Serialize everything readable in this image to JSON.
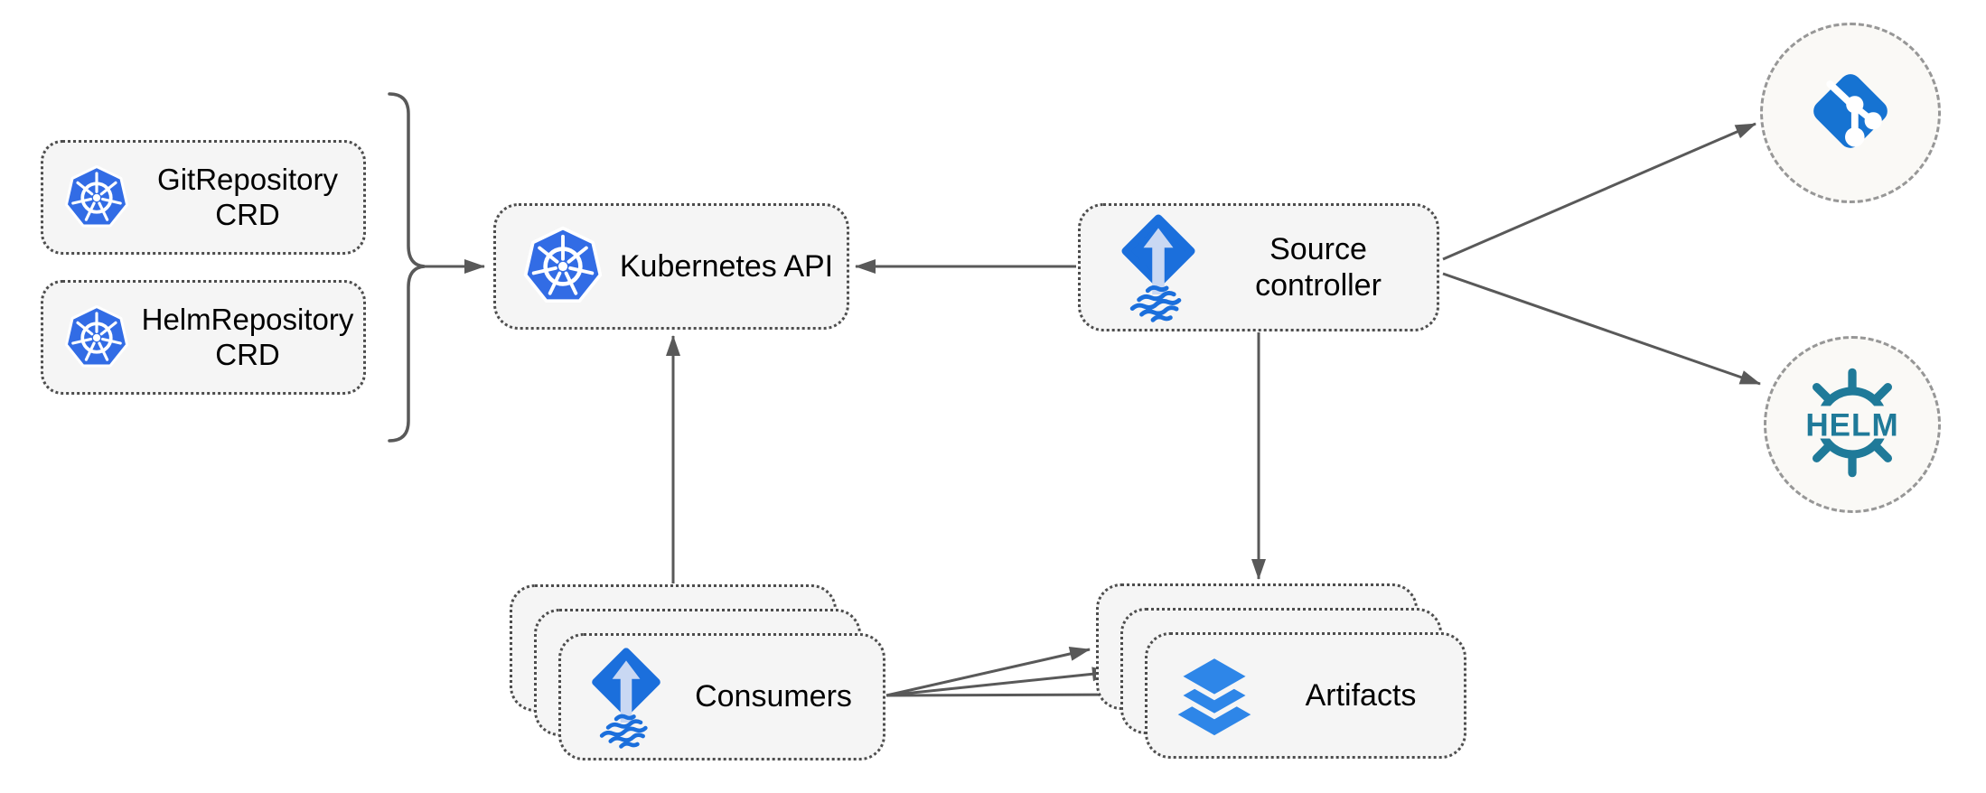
{
  "diagram": {
    "type": "architecture-diagram",
    "subject": "Flux source-controller and Kubernetes API relationships"
  },
  "nodes": {
    "git_crd": {
      "line1": "GitRepository",
      "line2": "CRD",
      "icon": "kubernetes-icon"
    },
    "helm_crd": {
      "line1": "HelmRepository",
      "line2": "CRD",
      "icon": "kubernetes-icon"
    },
    "kubernetes_api": {
      "label": "Kubernetes API",
      "icon": "kubernetes-icon"
    },
    "source_controller": {
      "line1": "Source",
      "line2": "controller",
      "icon": "flux-source-icon"
    },
    "consumers": {
      "label": "Consumers",
      "icon": "flux-source-icon",
      "stack_count": 3
    },
    "artifacts": {
      "label": "Artifacts",
      "icon": "layers-icon",
      "stack_count": 3
    },
    "git_remote": {
      "icon": "git-icon"
    },
    "helm_remote": {
      "icon": "helm-icon",
      "logo_text": "HELM"
    }
  },
  "edges": [
    {
      "from": "crd-group-brace",
      "to": "kubernetes-api"
    },
    {
      "from": "source-controller",
      "to": "kubernetes-api"
    },
    {
      "from": "consumers",
      "to": "kubernetes-api"
    },
    {
      "from": "source-controller",
      "to": "artifacts"
    },
    {
      "from": "source-controller",
      "to": "git-remote"
    },
    {
      "from": "source-controller",
      "to": "helm-remote"
    },
    {
      "from": "consumers",
      "to": "artifacts",
      "count": 3
    }
  ],
  "colors": {
    "k8s_blue": "#326ce5",
    "flux_blue": "#1b6fdc",
    "flux_arrow_light": "#c9d8f3",
    "layers_blue": "#2e86e8",
    "git_blue": "#1673d2",
    "helm_teal": "#1f7a99",
    "arrow_gray": "#595959",
    "box_fill": "#f5f5f5",
    "box_border": "#4d4d4d",
    "circle_fill": "#faf9f6",
    "circle_border": "#979797",
    "text_color": "#000000"
  }
}
